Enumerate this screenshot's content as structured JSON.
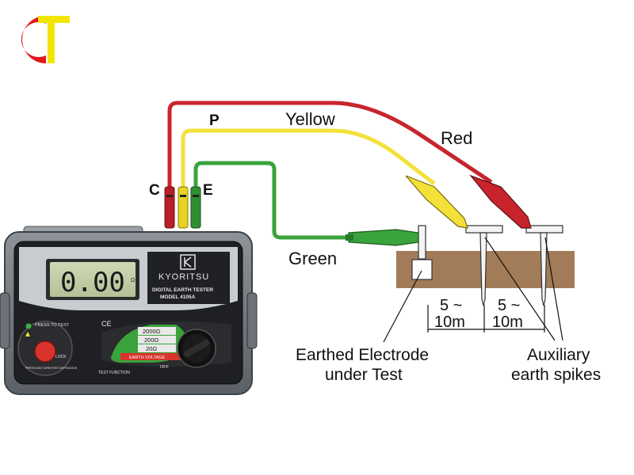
{
  "logo": {
    "name": "company-logo-icon",
    "colors": [
      "#e3161b",
      "#f2e600"
    ]
  },
  "wires": {
    "terminal_c": "C",
    "terminal_p": "P",
    "terminal_e": "E",
    "yellow": "Yellow",
    "red": "Red",
    "green": "Green",
    "colors": {
      "red": "#c8242c",
      "yellow": "#f3e13a",
      "green": "#3aa33b"
    }
  },
  "tester": {
    "display": "0.00",
    "display_unit": "Ω",
    "brand": "KYORITSU",
    "product": "DIGITAL EARTH TESTER",
    "model": "MODEL 4105A",
    "press_to_test": "PRESS TO TEST",
    "lock": "LOCK",
    "press_hint": "PRESS AND TURN FOR CONTINUOUS",
    "ce": "CE",
    "ranges": [
      "2000Ω",
      "200Ω",
      "20Ω"
    ],
    "earth_voltage": "EARTH VOLTAGE",
    "off": "OFF",
    "test_function": "TEST FUNCTION"
  },
  "ground": {
    "distance_1": "5 ~ 10m",
    "distance_2": "5 ~ 10m",
    "electrode_label_1": "Earthed Electrode",
    "electrode_label_2": "under Test",
    "spikes_label_1": "Auxiliary",
    "spikes_label_2": "earth spikes",
    "soil_color": "#a27b58"
  }
}
